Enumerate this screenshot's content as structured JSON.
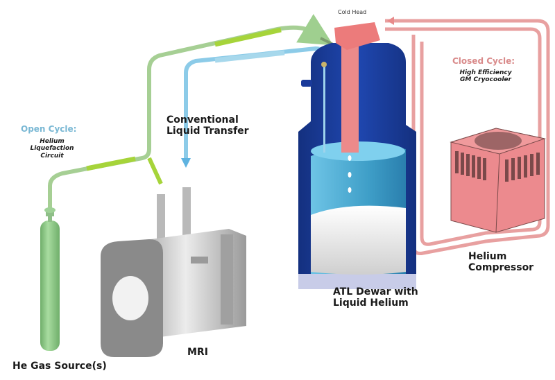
{
  "diagram": {
    "labels": {
      "open_cycle_title": "Open Cycle:",
      "open_cycle_sub": [
        "Helium",
        "Liquefaction",
        "Circuit"
      ],
      "conventional_transfer": [
        "Conventional",
        "Liquid Transfer"
      ],
      "closed_cycle_title": "Closed Cycle:",
      "closed_cycle_sub": [
        "High Efficiency",
        "GM Cryocooler"
      ],
      "cold_head": "Cold Head",
      "dewar": [
        "ATL Dewar with",
        "Liquid Helium"
      ],
      "compressor": [
        "Helium",
        "Compressor"
      ],
      "gas_source": "He Gas Source(s)",
      "mri": "MRI"
    },
    "colors": {
      "open_cycle": "#7ab8d4",
      "closed_cycle": "#d98a8a",
      "green_pipe": "#9fcf8f",
      "green_highlight": "#a6d43a",
      "blue_pipe": "#8ccbe8",
      "red_pipe": "#e88a8a",
      "dewar_blue": "#1a3a9a",
      "liquid_blue": "#5db4d8",
      "cylinder_green": "#8fcc88",
      "compressor_pink": "#ec8a8e",
      "mri_gray": "#bdbdbd"
    }
  }
}
